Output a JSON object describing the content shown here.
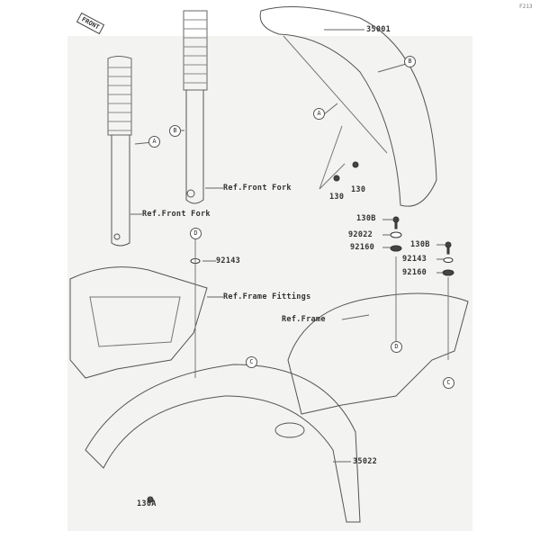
{
  "figure_id": "F213",
  "front_marker": "FRONT",
  "parts": {
    "front_fender": "35001",
    "rear_fender": "35022",
    "bolt_130_a": "130",
    "bolt_130_b": "130",
    "bolt_130b_left": "130B",
    "washer_92022": "92022",
    "grommet_92160_left": "92160",
    "bolt_130b_right": "130B",
    "collar_92143_right": "92143",
    "grommet_92160_right": "92160",
    "collar_92143_d": "92143",
    "bolt_130a": "130A"
  },
  "references": {
    "front_fork_left": "Ref.Front Fork",
    "front_fork_right": "Ref.Front Fork",
    "frame_fittings": "Ref.Frame Fittings",
    "frame": "Ref.Frame"
  },
  "callouts": {
    "a_fender": "A",
    "b_fender": "B",
    "a_fork": "A",
    "b_fork": "B",
    "d_top": "D",
    "d_frame": "D",
    "c_right": "C",
    "c_rear": "C"
  }
}
